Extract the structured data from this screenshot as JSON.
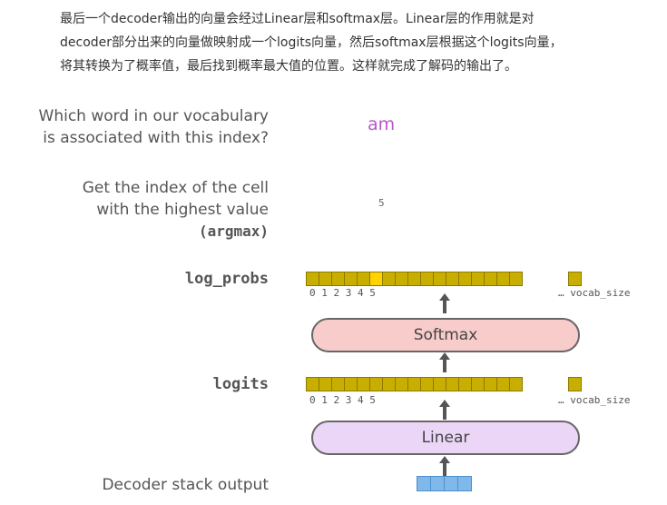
{
  "intro": {
    "line1": "最后一个decoder输出的向量会经过Linear层和softmax层。Linear层的作用就是对",
    "line2": "decoder部分出来的向量做映射成一个logits向量，然后softmax层根据这个logits向量，",
    "line3": "将其转换为了概率值，最后找到概率最大值的位置。这样就完成了解码的输出了。"
  },
  "diagram": {
    "q_vocab_line1": "Which word in our vocabulary",
    "q_vocab_line2": "is associated with this index?",
    "output_word": "am",
    "q_index_line1": "Get the index of the cell",
    "q_index_line2": "with the highest value",
    "q_index_line3": "(argmax)",
    "argmax_index": "5",
    "log_probs_label": "log_probs",
    "logits_label": "logits",
    "index_numbers": "0 1 2 3 4 5",
    "ellipsis_vocab": "… vocab_size",
    "softmax_label": "Softmax",
    "linear_label": "Linear",
    "decoder_label": "Decoder stack output",
    "highlight_cell": 5,
    "cell_count": 17,
    "decoder_vector_cells": 4
  },
  "colors": {
    "cell_fill": "#c8ae00",
    "cell_highlight": "#ffd200",
    "softmax_fill": "#f9cccc",
    "linear_fill": "#ecd6f7",
    "decoder_fill": "#7fb8ea",
    "word_color": "#bb55cc"
  },
  "icons": [
    "up-arrow-icon"
  ]
}
